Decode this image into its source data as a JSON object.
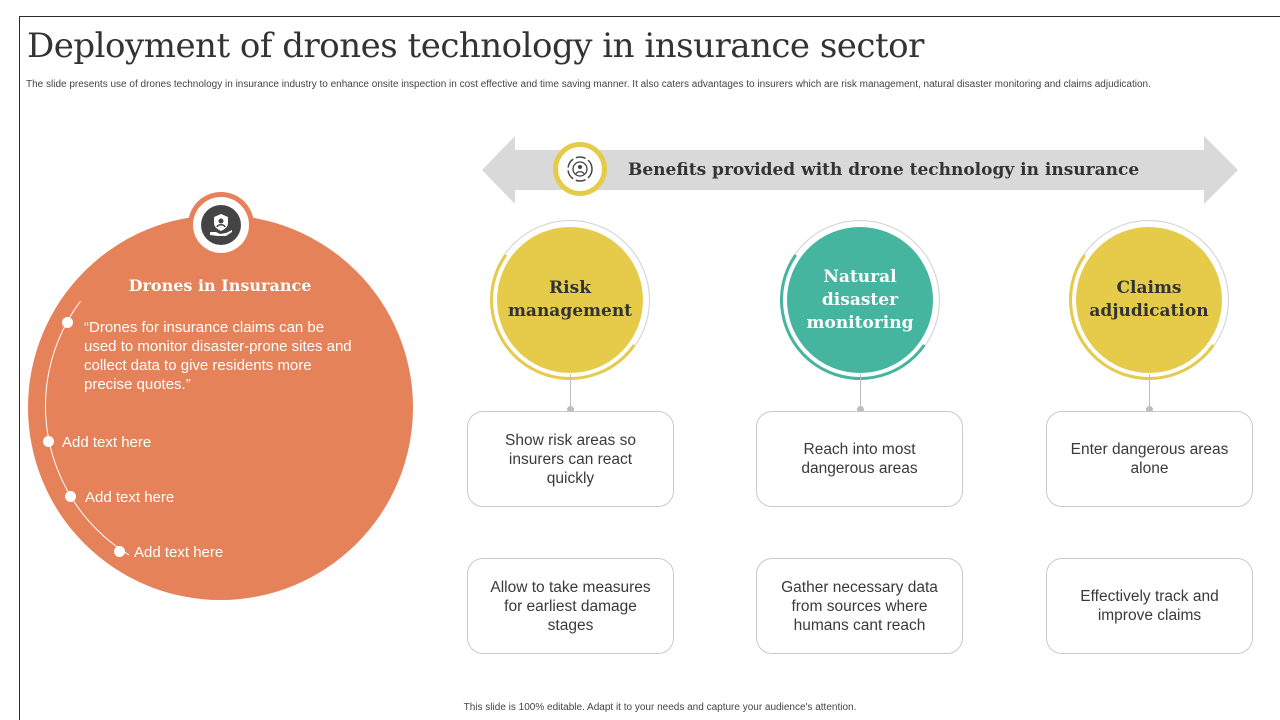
{
  "title": "Deployment of drones technology in insurance sector",
  "subtitle": "The slide presents use of drones technology in insurance industry to enhance onsite inspection in  cost effective and time saving manner.  It also caters advantages to insurers which are risk management, natural disaster monitoring and claims adjudication.",
  "left_panel": {
    "heading": "Drones in Insurance",
    "icon": "hand-shield-drone-icon",
    "color": "#e5825a",
    "bullets": [
      "“Drones for insurance claims can be used to monitor disaster-prone sites and collect data to give residents more precise quotes.”",
      "Add text here",
      "Add text here",
      "Add text here"
    ]
  },
  "banner": {
    "text": "Benefits provided with drone technology in insurance",
    "icon": "drone-target-icon",
    "color": "#d9d9d9"
  },
  "benefits": [
    {
      "title": "Risk management",
      "color": "#e6cb4a",
      "cards": [
        "Show risk areas so insurers can react quickly",
        "Allow to take measures for earliest damage stages"
      ]
    },
    {
      "title": "Natural disaster monitoring",
      "color": "#45b5a0",
      "cards": [
        "Reach into most dangerous areas",
        "Gather necessary data from sources where humans cant reach"
      ]
    },
    {
      "title": "Claims adjudication",
      "color": "#e6cb4a",
      "cards": [
        "Enter dangerous areas alone",
        "Effectively track and improve claims"
      ]
    }
  ],
  "footer": "This slide is 100% editable.  Adapt it to your needs and capture your audience's attention."
}
